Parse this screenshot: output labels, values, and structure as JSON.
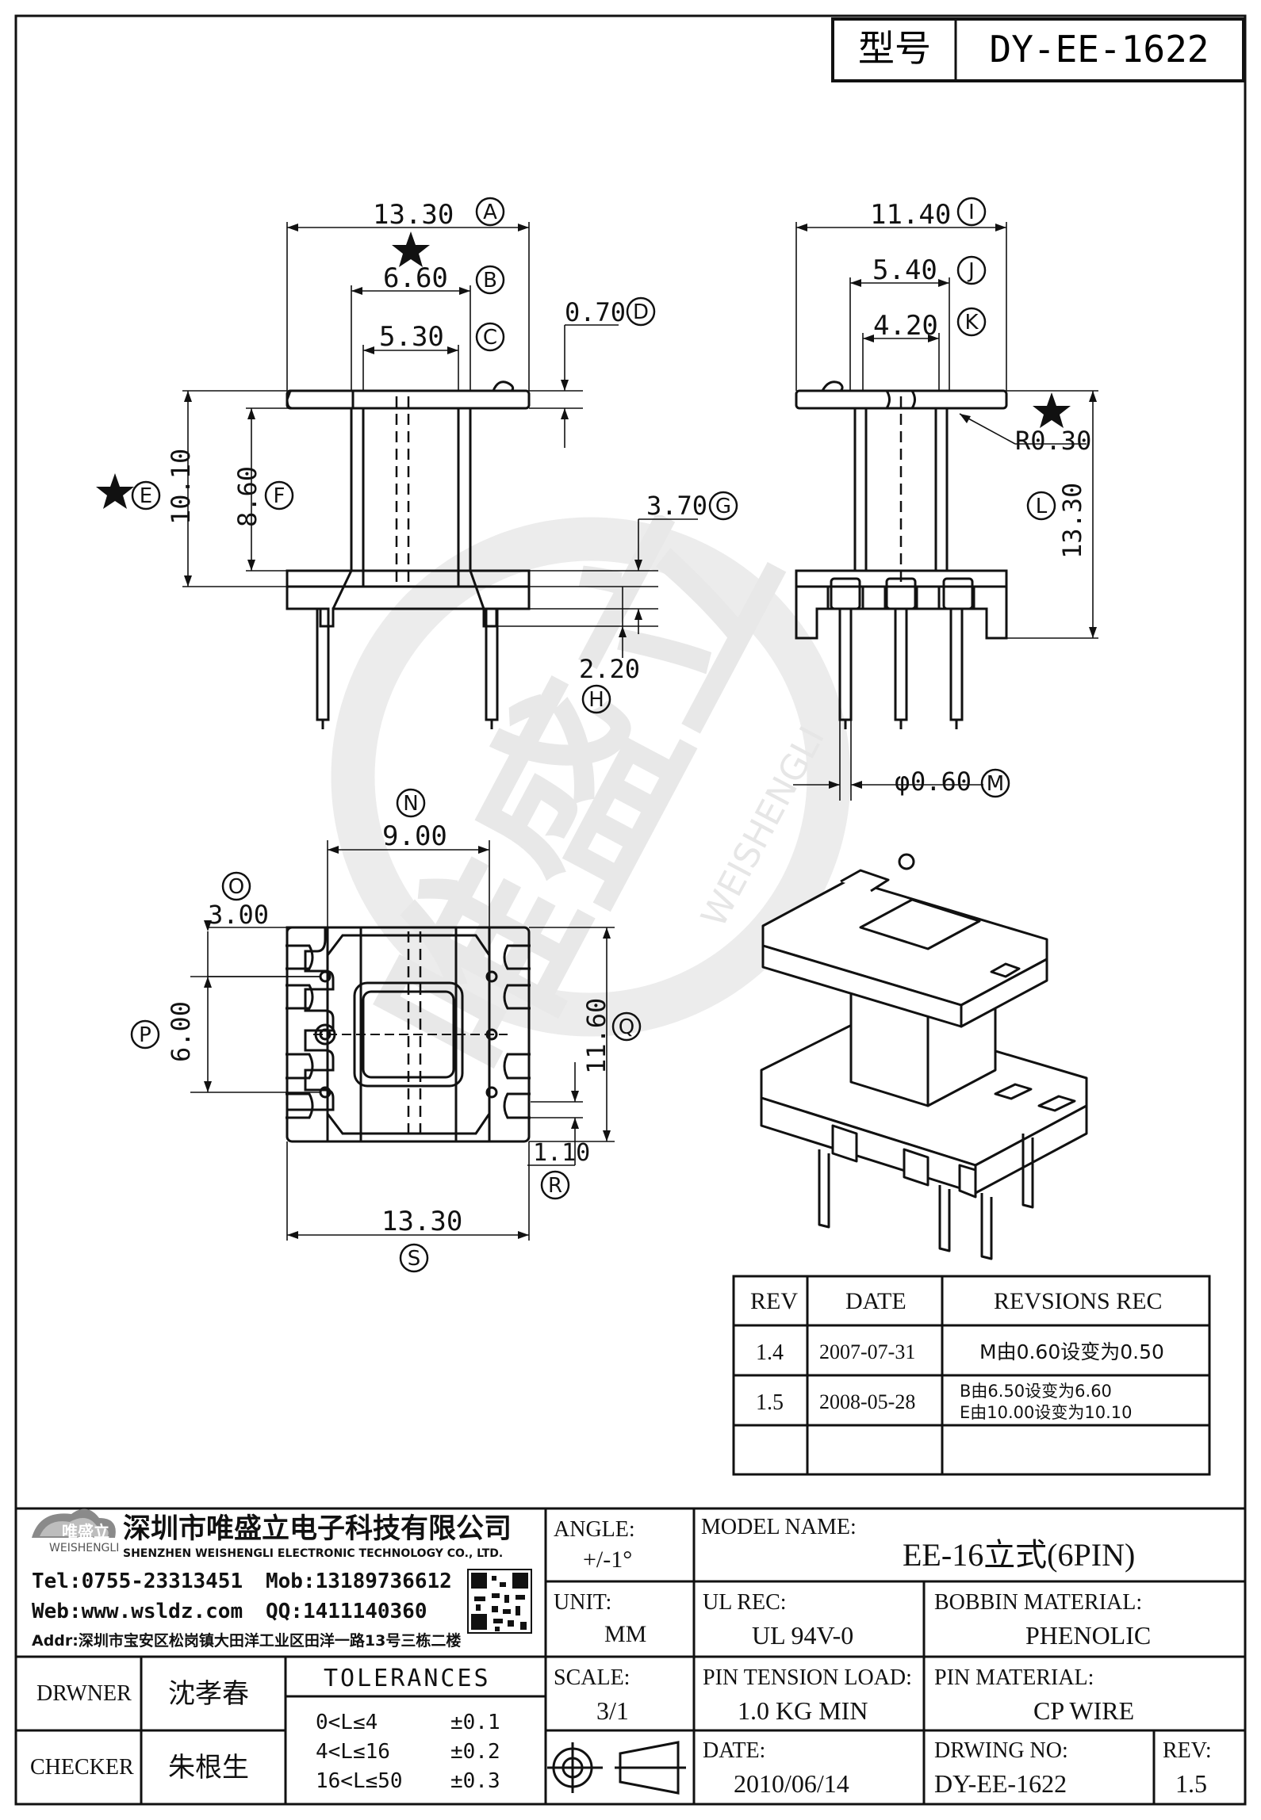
{
  "header": {
    "model_label": "型号",
    "model_value": "DY-EE-1622"
  },
  "dimensions": {
    "A": "13.30",
    "B": "6.60",
    "C": "5.30",
    "D": "0.70",
    "E": "10.10",
    "F": "8.60",
    "G": "3.70",
    "H": "2.20",
    "I": "11.40",
    "J": "5.40",
    "K": "4.20",
    "L": "13.30",
    "M": "0.60",
    "N": "9.00",
    "O": "3.00",
    "P": "6.00",
    "Q": "11.60",
    "R": "1.10",
    "S": "13.30",
    "radius": "R0.30",
    "diameter_symbol": "φ"
  },
  "markers": [
    "A",
    "B",
    "C",
    "D",
    "E",
    "F",
    "G",
    "H",
    "I",
    "J",
    "K",
    "L",
    "M",
    "N",
    "O",
    "P",
    "Q",
    "R",
    "S"
  ],
  "icons": {
    "star": "star-icon",
    "projection": "projection-symbol-icon",
    "qr": "qr-code-icon",
    "logo": "weishengli-logo-icon"
  },
  "revisions": {
    "headers": [
      "REV",
      "DATE",
      "REVSIONS REC"
    ],
    "rows": [
      {
        "rev": "1.4",
        "date": "2007-07-31",
        "rec": [
          "M由0.60设变为0.50"
        ]
      },
      {
        "rev": "1.5",
        "date": "2008-05-28",
        "rec": [
          "B由6.50设变为6.60",
          "E由10.00设变为10.10"
        ]
      },
      {
        "rev": "",
        "date": "",
        "rec": []
      }
    ]
  },
  "company": {
    "logo_text": "唯盛立",
    "logo_sub": "WEISHENGLI",
    "name_cn": "深圳市唯盛立电子科技有限公司",
    "name_en": "SHENZHEN WEISHENGLI ELECTRONIC TECHNOLOGY CO., LTD.",
    "tel": "Tel:0755-23313451",
    "mob": "Mob:13189736612",
    "web": "Web:www.wsldz.com",
    "qq": "QQ:1411140360",
    "addr": "Addr:深圳市宝安区松岗镇大田洋工业区田洋一路13号三栋二楼"
  },
  "title_block": {
    "angle_label": "ANGLE:",
    "angle_value": "+/-1°",
    "model_name_label": "MODEL NAME:",
    "model_name_value": "EE-16立式(6PIN)",
    "unit_label": "UNIT:",
    "unit_value": "MM",
    "ul_label": "UL REC:",
    "ul_value": "UL 94V-0",
    "bobbin_label": "BOBBIN MATERIAL:",
    "bobbin_value": "PHENOLIC",
    "scale_label": "SCALE:",
    "scale_value": "3/1",
    "tension_label": "PIN TENSION LOAD:",
    "tension_value": "1.0 KG MIN",
    "pin_mat_label": "PIN MATERIAL:",
    "pin_mat_value": "CP WIRE",
    "date_label": "DATE:",
    "date_value": "2010/06/14",
    "drwing_label": "DRWING NO:",
    "drwing_value": "DY-EE-1622",
    "rev_label": "REV:",
    "rev_value": "1.5",
    "drawner_label": "DRWNER",
    "drawner_value": "沈孝春",
    "checker_label": "CHECKER",
    "checker_value": "朱根生",
    "tolerances_label": "TOLERANCES",
    "tolerances": [
      {
        "range": "0<L≤4",
        "tol": "±0.1"
      },
      {
        "range": "4<L≤16",
        "tol": "±0.2"
      },
      {
        "range": "16<L≤50",
        "tol": "±0.3"
      }
    ]
  },
  "watermark": {
    "cn": "唯盛立",
    "en": "WEISHENGLI"
  }
}
